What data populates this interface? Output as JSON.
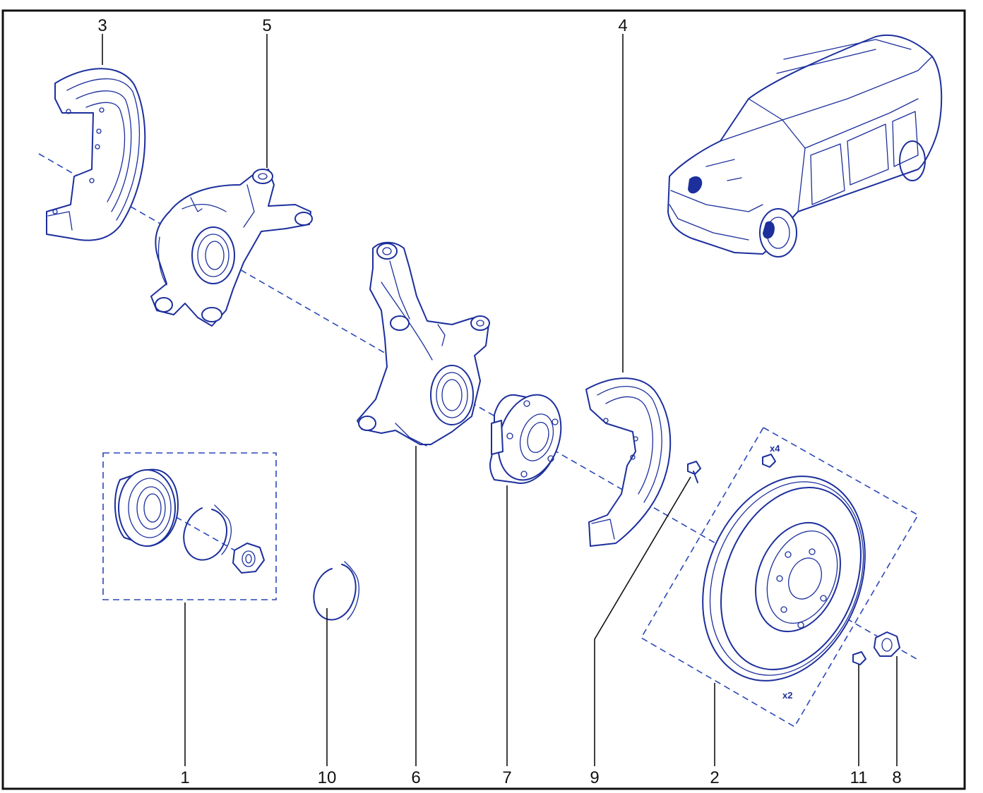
{
  "diagram": {
    "accent_color": "#1c2f9c",
    "frame_color": "#111111",
    "callouts": [
      "3",
      "5",
      "4",
      "1",
      "10",
      "6",
      "7",
      "9",
      "2",
      "11",
      "8"
    ],
    "quantities": {
      "bolts": "x4",
      "disc": "x2"
    },
    "parts": [
      "brake-backing-plate-rear",
      "steering-knuckle-rear-view",
      "steering-knuckle-front-view",
      "wheel-hub",
      "brake-backing-plate-front",
      "wheel-bearing",
      "circlip",
      "hub-nut",
      "brake-disc",
      "fixing-bolt",
      "vehicle-location-icon"
    ]
  }
}
